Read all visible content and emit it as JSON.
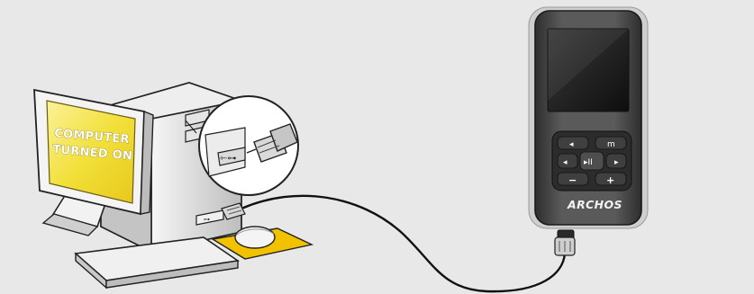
{
  "computer": {
    "screen_line1": "COMPUTER",
    "screen_line2": "TURNED ON",
    "screen_color": "#f2e23a",
    "port_symbol": "⇽⊶"
  },
  "player": {
    "brand": "ARCHOS",
    "body_color": "#4a4a4a",
    "screen_color": "#1c1c1c",
    "buttons": {
      "back": "◂",
      "menu": "m",
      "left": "◂",
      "play_pause": "▸II",
      "right": "▸",
      "minus": "−",
      "plus": "+"
    }
  },
  "accent_colors": {
    "mousepad": "#f2c200",
    "cable": "#111111"
  }
}
